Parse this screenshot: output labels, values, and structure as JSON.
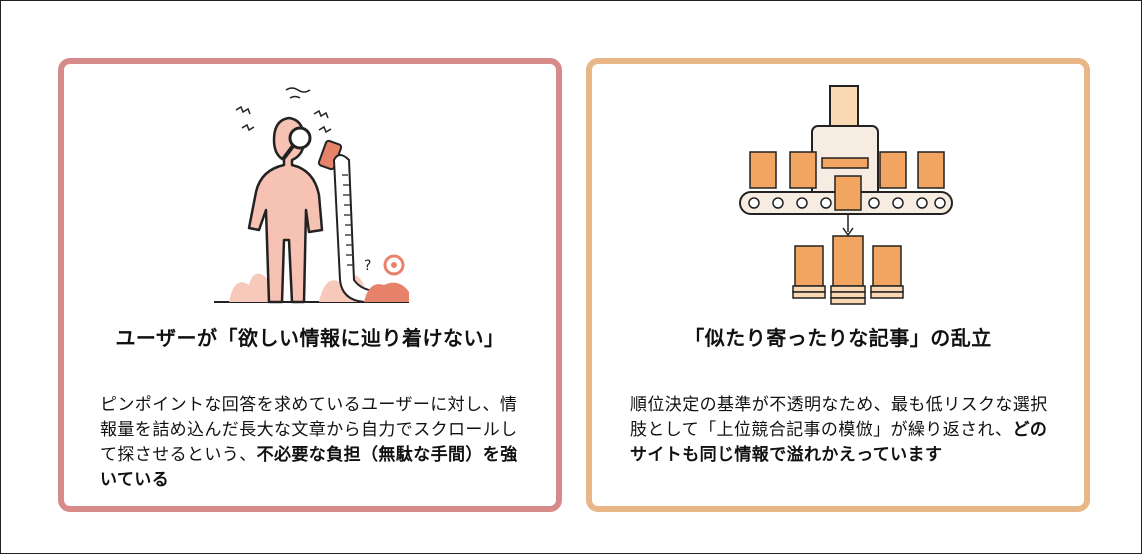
{
  "cards": [
    {
      "title": "ユーザーが「欲しい情報に辿り着けない」",
      "body_plain": "ピンポイントな回答を求めているユーザーに対し、情報量を詰め込んだ長大な文章から自力でスクロールして探させるという、",
      "body_bold": "不必要な負担（無駄な手間）を強いている",
      "body_tail": "",
      "border_color": "#d68a8a"
    },
    {
      "title": "「似たり寄ったりな記事」の乱立",
      "body_plain": "順位決定の基準が不透明なため、最も低リスクな選択肢として「上位競合記事の模倣」が繰り返され、",
      "body_bold": "どのサイトも同じ情報で溢れかえっています",
      "body_tail": "",
      "border_color": "#e9b787"
    }
  ],
  "colors": {
    "salmon": "#f3b7a6",
    "salmon_dark": "#e58f78",
    "orange": "#f2a561",
    "orange_light": "#f9d8b4",
    "ink": "#222222"
  },
  "icons": {
    "left": "person-with-magnifier-and-long-scroll-icon",
    "right": "conveyor-copying-documents-icon"
  },
  "illustration_text": {
    "question_mark": "?"
  }
}
